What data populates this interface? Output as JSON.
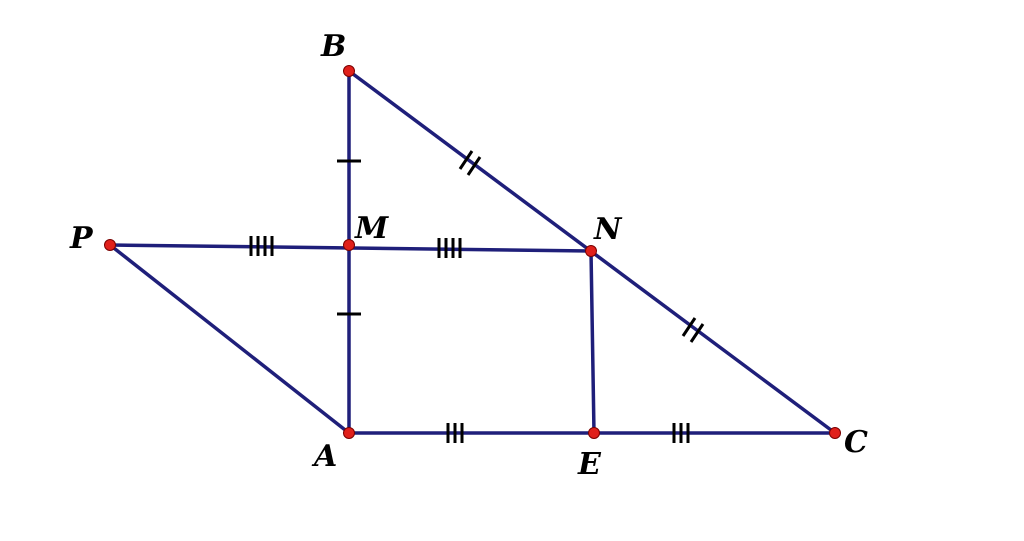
{
  "diagram": {
    "line_color": "#1f1f7a",
    "tick_color": "#000000",
    "point_color": "#e0201b",
    "points": {
      "A": "A",
      "B": "B",
      "C": "C",
      "E": "E",
      "M": "M",
      "N": "N",
      "P": "P"
    },
    "segments": [
      "AB",
      "BC",
      "AC",
      "PN",
      "PA",
      "NE"
    ],
    "equal_marks": {
      "BM_MA": 1,
      "BN_NC": 2,
      "AE_EC": 3,
      "PM_MN": 4
    }
  }
}
